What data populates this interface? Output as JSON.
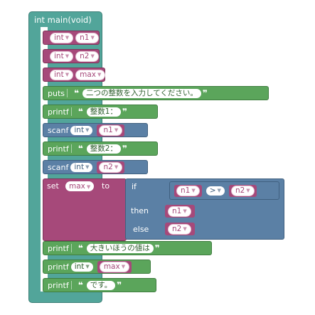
{
  "main_block": {
    "label": "int main(void)"
  },
  "decls": [
    {
      "type": "int",
      "name": "n1"
    },
    {
      "type": "int",
      "name": "n2"
    },
    {
      "type": "int",
      "name": "max"
    }
  ],
  "puts": {
    "label": "puts",
    "text": "二つの整数を入力してください。"
  },
  "printf1": {
    "label": "printf",
    "text": "整数1："
  },
  "scanf1": {
    "label": "scanf",
    "type": "int",
    "var": "n1"
  },
  "printf2": {
    "label": "printf",
    "text": "整数2："
  },
  "scanf2": {
    "label": "scanf",
    "type": "int",
    "var": "n2"
  },
  "set_block": {
    "set_label": "set",
    "var": "max",
    "to_label": "to",
    "if_label": "if",
    "lhs": "n1",
    "op": ">",
    "rhs": "n2",
    "then_label": "then",
    "then_val": "n1",
    "else_label": "else",
    "else_val": "n2"
  },
  "printf3": {
    "label": "printf",
    "text": "大きいほうの値は"
  },
  "printf4": {
    "label": "printf",
    "type": "int",
    "var": "max"
  },
  "printf5": {
    "label": "printf",
    "text": "です。"
  },
  "glyphs": {
    "open_quote": "❝",
    "close_quote": "❞",
    "dropdown": "▼"
  },
  "colors": {
    "main": "#52a59a",
    "var": "#a6497a",
    "io": "#5ba55b",
    "scanf": "#5b80a5",
    "logic": "#5b80a5"
  }
}
